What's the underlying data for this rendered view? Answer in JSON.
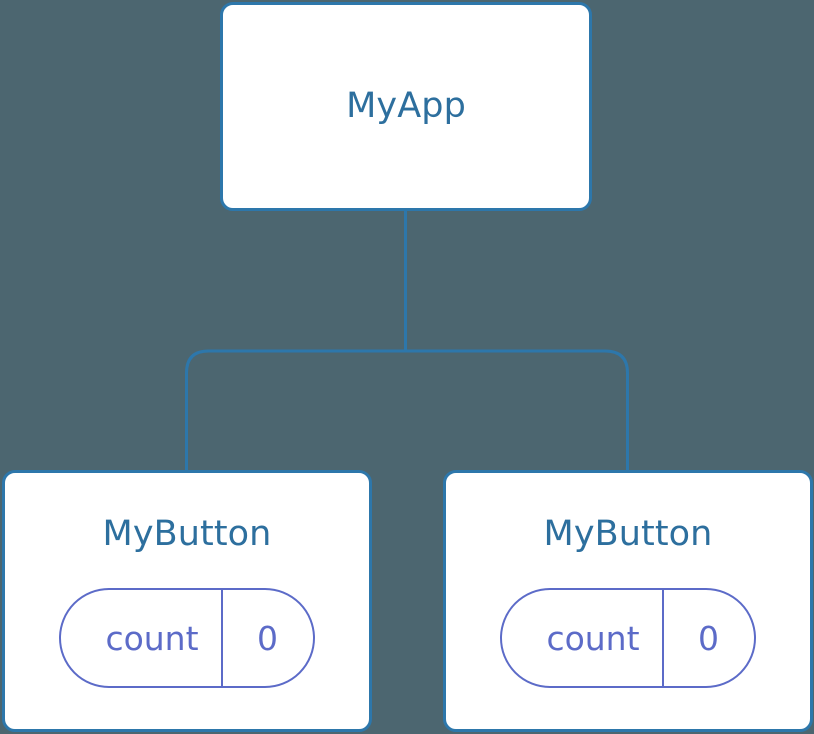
{
  "canvas": {
    "background_color": "#4c6670",
    "edge_color": "#2d77ab",
    "node_border_color": "#2d77ab",
    "node_fill_color": "#ffffff",
    "title_color": "#2d6f9e",
    "state_color": "#5c6bc8"
  },
  "tree": {
    "root": {
      "title": "MyApp"
    },
    "children": [
      {
        "title": "MyButton",
        "state": {
          "key": "count",
          "value": "0"
        }
      },
      {
        "title": "MyButton",
        "state": {
          "key": "count",
          "value": "0"
        }
      }
    ]
  }
}
